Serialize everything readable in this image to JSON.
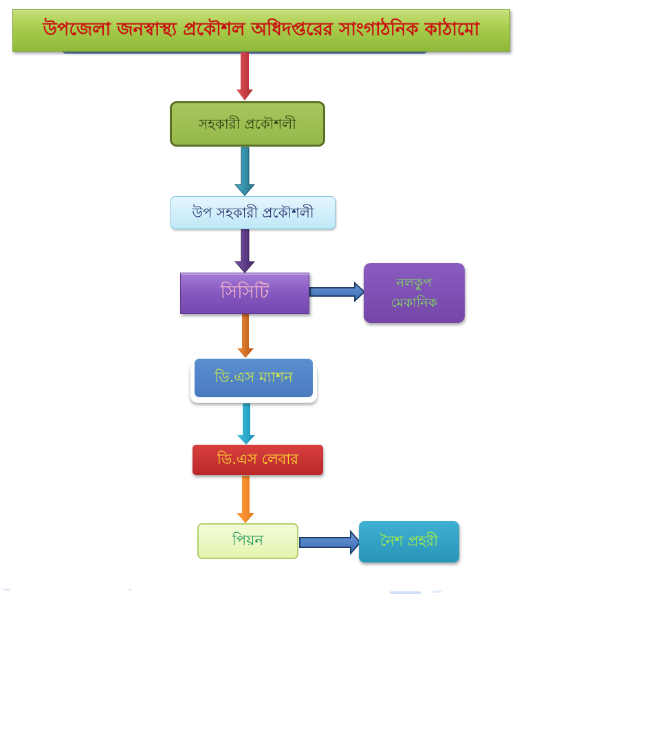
{
  "diagram": {
    "title": "উপজেলা জনস্বাস্থ্য প্রকৌশল অধিদপ্তরের সাংগাঠনিক কাঠামো",
    "nodes": {
      "assistant_engineer": "সহকারী প্রকৌশলী",
      "sub_assistant_engineer": "উপ সহকারী প্রকৌশলী",
      "cct": "সিসিটি",
      "tubewell_mechanic_line1": "নলকুপ",
      "tubewell_mechanic_line2": "মেকানিক",
      "ds_mason": "ডি.এস ম্যাশন",
      "ds_labour": "ডি.এস লেবার",
      "peon": "পিয়ন",
      "night_guard": "নৈশ প্রহরী"
    },
    "edges": [
      {
        "from": "title",
        "to": "assistant_engineer",
        "direction": "down",
        "color": "#c0363b"
      },
      {
        "from": "assistant_engineer",
        "to": "sub_assistant_engineer",
        "direction": "down",
        "color": "#2f8ea8"
      },
      {
        "from": "sub_assistant_engineer",
        "to": "cct",
        "direction": "down",
        "color": "#5b3a86"
      },
      {
        "from": "cct",
        "to": "tubewell_mechanic",
        "direction": "right",
        "color": "#3a6aa8"
      },
      {
        "from": "cct",
        "to": "ds_mason",
        "direction": "down",
        "color": "#d9701f"
      },
      {
        "from": "ds_mason",
        "to": "ds_labour",
        "direction": "down",
        "color": "#2aa8cc"
      },
      {
        "from": "ds_labour",
        "to": "peon",
        "direction": "down",
        "color": "#f08a28"
      },
      {
        "from": "peon",
        "to": "night_guard",
        "direction": "right",
        "color": "#3a6aa8"
      }
    ]
  }
}
